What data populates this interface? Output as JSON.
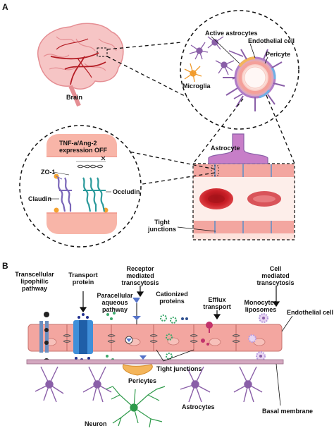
{
  "panels": {
    "a": "A",
    "b": "B"
  },
  "panel_a": {
    "brain": "Brain",
    "active_astrocytes": "Active astrocytes",
    "endothelial_cell": "Endothelial cell",
    "pericyte": "Pericyte",
    "microglia": "Microglia",
    "astrocyte": "Astrocyte",
    "tnf_line1": "TNF-a/Ang-2",
    "tnf_line2": "expression OFF",
    "zo1": "ZO-1",
    "claudin": "Claudin",
    "occludin": "Occludin",
    "tight_junctions_line1": "Tight",
    "tight_junctions_line2": "junctions"
  },
  "panel_b": {
    "transcellular": [
      "Transcellular",
      "lipophilic",
      "pathway"
    ],
    "transport_protein": [
      "Transport",
      "protein"
    ],
    "paracellular": [
      "Paracellular",
      "aqueous",
      "pathway"
    ],
    "receptor": [
      "Receptor",
      "mediated",
      "transcytosis"
    ],
    "cationized": [
      "Cationized",
      "proteins"
    ],
    "efflux": [
      "Efflux",
      "transport"
    ],
    "cell_mediated": [
      "Cell",
      "mediated",
      "transcytosis"
    ],
    "monocytes": [
      "Monocytes",
      "liposomes"
    ],
    "endothelial_cell": "Endothelial cell",
    "tight_junctions": "Tight junctions",
    "pericytes": "Pericytes",
    "astrocytes": "Astrocytes",
    "neuron": "Neuron",
    "basal_membrane": "Basal membrane"
  },
  "colors": {
    "endothelium": "#f3a6a0",
    "vessel_wall": "#fbd6cf",
    "astrocyte_purple": "#8a5fa8",
    "red_cell": "#d2232a",
    "basal_membrane": "#b5839f",
    "pericyte": "#f4b55a",
    "neuron": "#2e9a4a",
    "transport_protein": "#3f8fd9"
  }
}
